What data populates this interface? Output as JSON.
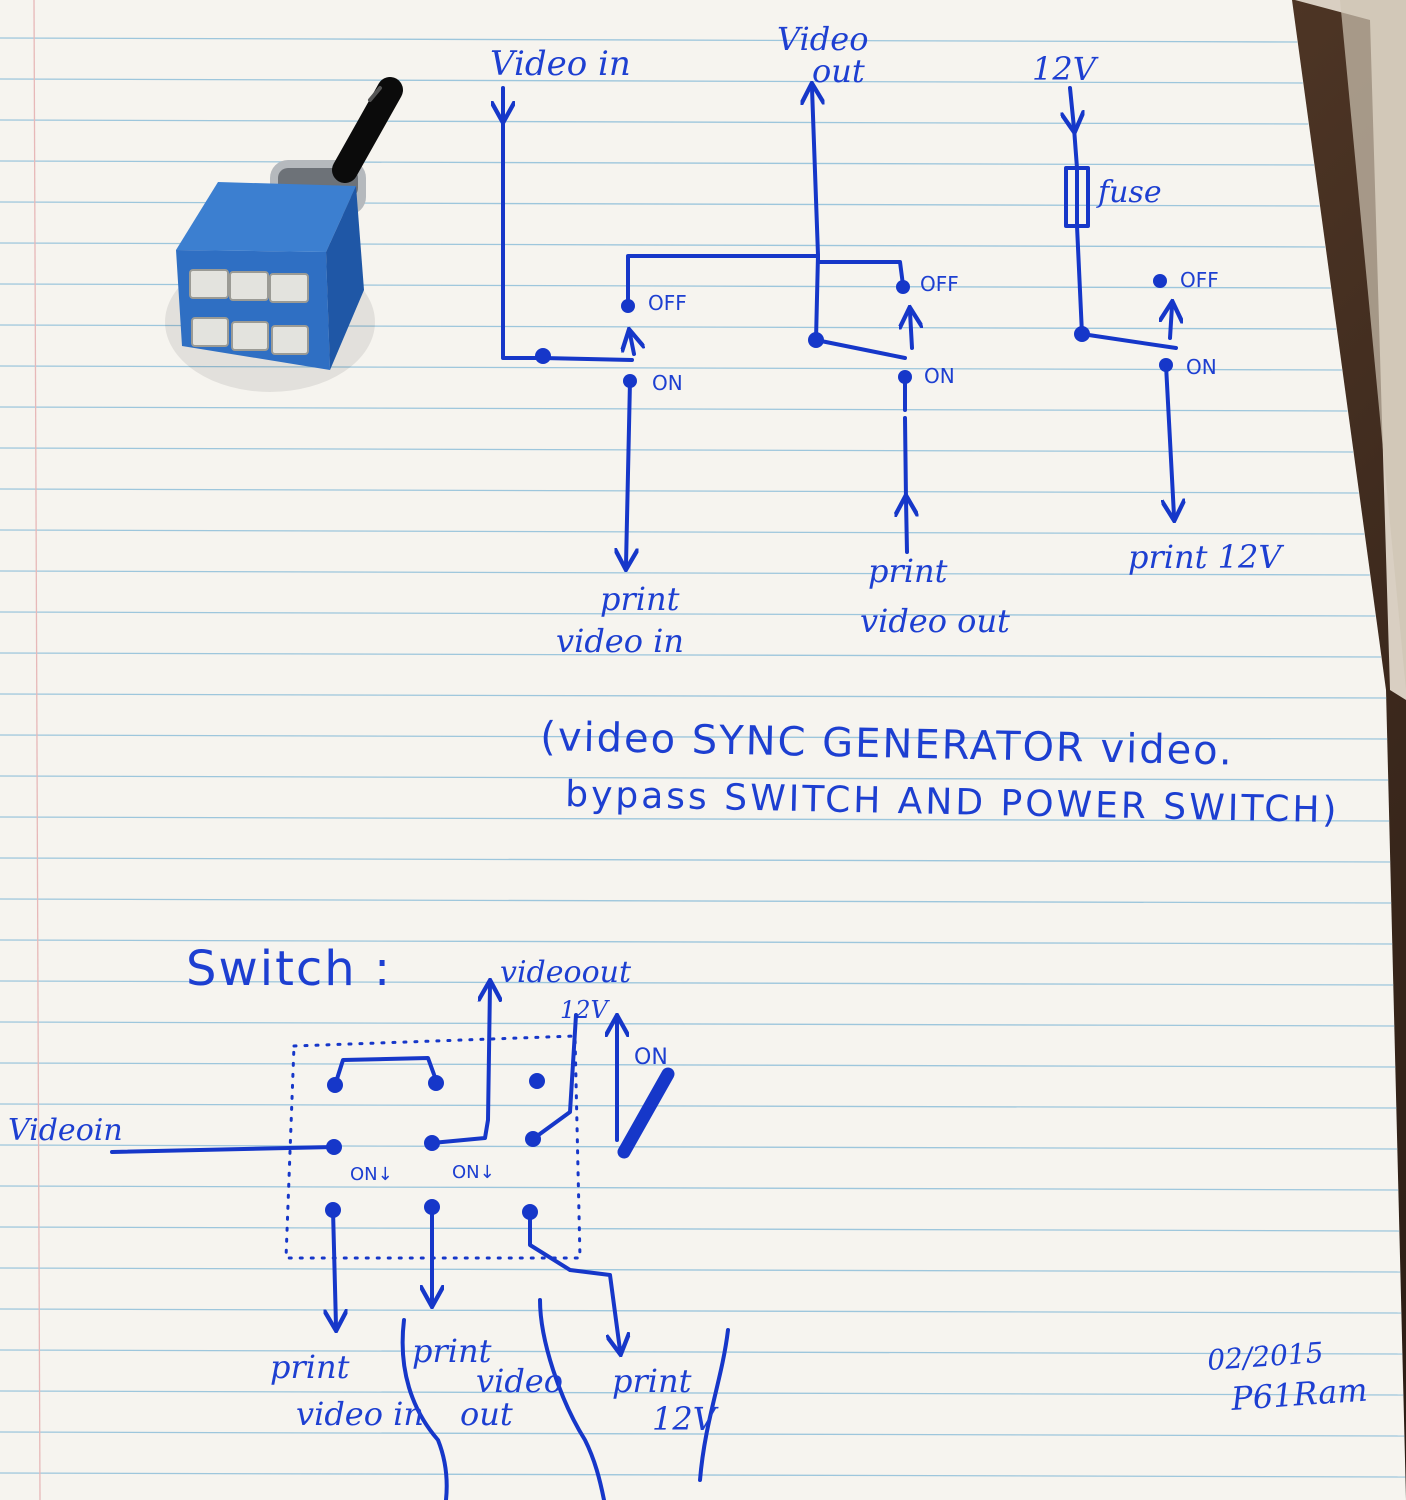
{
  "schematic": {
    "video_in": {
      "label": "Video in",
      "switch_off": "OFF",
      "switch_on": "ON",
      "target_line1": "print",
      "target_line2": "video in"
    },
    "video_out": {
      "label_line1": "Video",
      "label_line2": "out",
      "switch_off": "OFF",
      "switch_on": "ON",
      "source_line1": "print",
      "source_line2": "video out"
    },
    "power": {
      "label": "12V",
      "fuse_label": "fuse",
      "switch_off": "OFF",
      "switch_on": "ON",
      "target": "print 12V"
    },
    "caption_line1": "(video SYNC GENERATOR video.",
    "caption_line2": "bypass SWITCH AND POWER SWITCH)"
  },
  "switch_pinout": {
    "title": "Switch :",
    "video_out": "videoout",
    "supply": "12V",
    "lever_on": "ON",
    "video_in": "Videoin",
    "on_marker_1": "ON↓",
    "on_marker_2": "ON↓",
    "out_1_line1": "print",
    "out_1_line2": "video in",
    "in_2_line1": "print",
    "in_2_line2": "video",
    "in_2_line3": "out",
    "out_3_line1": "print",
    "out_3_line2": "12V"
  },
  "signature": {
    "date": "02/2015",
    "name": "P61Ram"
  }
}
